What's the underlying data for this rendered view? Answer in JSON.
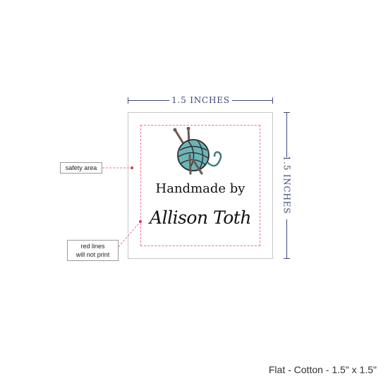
{
  "label": {
    "tagline": "Handmade by",
    "maker_name": "Allison Toth",
    "icon": "yarn-ball-with-knitting-needles-icon",
    "yarn_color": "#6cb5b8",
    "needle_color": "#6e5a4f"
  },
  "dimensions": {
    "width_text": "1.5 INCHES",
    "height_text": "1.5 INCHES",
    "line_color": "#3d4a7a"
  },
  "callouts": {
    "safety_area": "safety area",
    "red_lines_line1": "red lines",
    "red_lines_line2": "will not print",
    "marker_color": "#e8738f"
  },
  "footer": {
    "caption": "Flat - Cotton - 1.5\" x 1.5\""
  }
}
